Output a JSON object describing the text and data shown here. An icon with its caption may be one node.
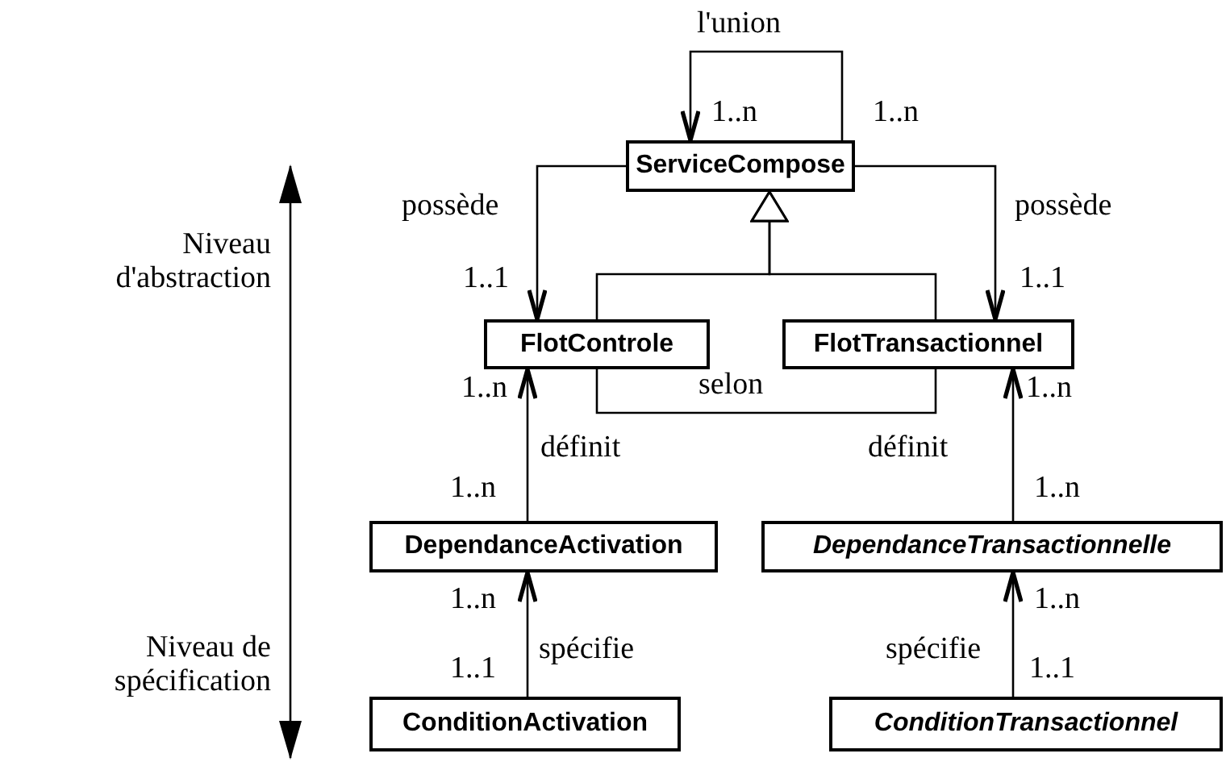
{
  "diagram": {
    "nodes": [
      {
        "text": [
          "ServiceCompose"
        ]
      },
      {
        "text": [
          "FlotControle"
        ]
      },
      {
        "text": [
          "FlotTransactionnel"
        ]
      },
      {
        "text": [
          "DependanceActivation"
        ]
      },
      {
        "text": [
          "DependanceTransactionnelle"
        ]
      },
      {
        "text": [
          "ConditionActivation"
        ]
      },
      {
        "text": [
          "ConditionTransactionnel"
        ]
      }
    ],
    "edges": [
      {
        "from": 0,
        "to": 0,
        "arrow": "to",
        "label": "l'union"
      },
      {
        "from": 0,
        "to": 1,
        "arrow": "to",
        "label": "possède"
      },
      {
        "from": 0,
        "to": 2,
        "arrow": "to",
        "label": "possède"
      },
      {
        "from": 1,
        "to": 0,
        "arrow": "to"
      },
      {
        "from": 2,
        "to": 0,
        "arrow": "to"
      },
      {
        "from": 1,
        "to": 2,
        "arrow": "none",
        "label": "selon"
      },
      {
        "from": 3,
        "to": 1,
        "arrow": "to",
        "label": "définit"
      },
      {
        "from": 4,
        "to": 2,
        "arrow": "to",
        "label": "définit"
      },
      {
        "from": 5,
        "to": 3,
        "arrow": "to",
        "label": "spécifie"
      },
      {
        "from": 6,
        "to": 4,
        "arrow": "to",
        "label": "spécifie"
      }
    ],
    "labels": [
      "1..n",
      "1..n",
      "Niveau d'abstraction",
      "1..1",
      "1..1",
      "1..n",
      "1..n",
      "1..n",
      "1..n",
      "1..n",
      "1..n",
      "Niveau de spécification",
      "1..1",
      "1..1"
    ]
  }
}
